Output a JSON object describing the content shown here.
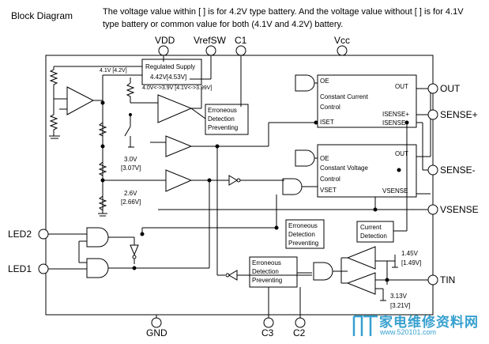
{
  "diagram": {
    "title": "Block Diagram",
    "note": "The voltage value within [  ] is for 4.2V type battery.   And the voltage value without [    ] is for 4.1V type battery or common value for both (4.1V and 4.2V) battery.",
    "pins": {
      "vdd": "VDD",
      "vrefsw": "VrefSW",
      "c1": "C1",
      "vcc": "Vcc",
      "out": "OUT",
      "sense_plus": "SENSE+",
      "sense_minus": "SENSE-",
      "vsense": "VSENSE",
      "tin": "TIN",
      "led2": "LED2",
      "led1": "LED1",
      "gnd": "GND",
      "c3": "C3",
      "c2": "C2"
    },
    "blocks": {
      "regulated_supply": {
        "line1": "Regulated Supply",
        "line2": "4.42V[4.53V]"
      },
      "erroneous_top": {
        "line1": "Erroneous",
        "line2": "Detection",
        "line3": "Preventing"
      },
      "erroneous_mid": {
        "line1": "Erroneous",
        "line2": "Detection",
        "line3": "Preventing"
      },
      "erroneous_bottom": {
        "line1": "Erroneous",
        "line2": "Detection",
        "line3": "Preventing"
      },
      "current_detection": {
        "line1": "Current",
        "line2": "Detection"
      },
      "cc_block": {
        "oe": "OE",
        "out": "OUT",
        "name1": "Constant Current",
        "name2": "Control",
        "iset": "ISET",
        "sp": "ISENSE+",
        "sm": "ISENSE-"
      },
      "cv_block": {
        "oe": "OE",
        "out": "OUT",
        "name1": "Constant Voltage",
        "name2": "Control",
        "vset": "VSET",
        "vs": "VSENSE"
      }
    },
    "voltages": {
      "v41": "4.1V [4.2V]",
      "v40": "4.0V<->3.9V [4.1V<->3.99V]",
      "v30": "3.0V",
      "v307": "[3.07V]",
      "v26": "2.6V",
      "v266": "[2.66V]",
      "v145": "1.45V",
      "v149": "[1.49V]",
      "v313": "3.13V",
      "v321": "[3.21V]"
    },
    "watermark": {
      "text": "家电维修资料网",
      "url": "www.520101.com"
    }
  }
}
